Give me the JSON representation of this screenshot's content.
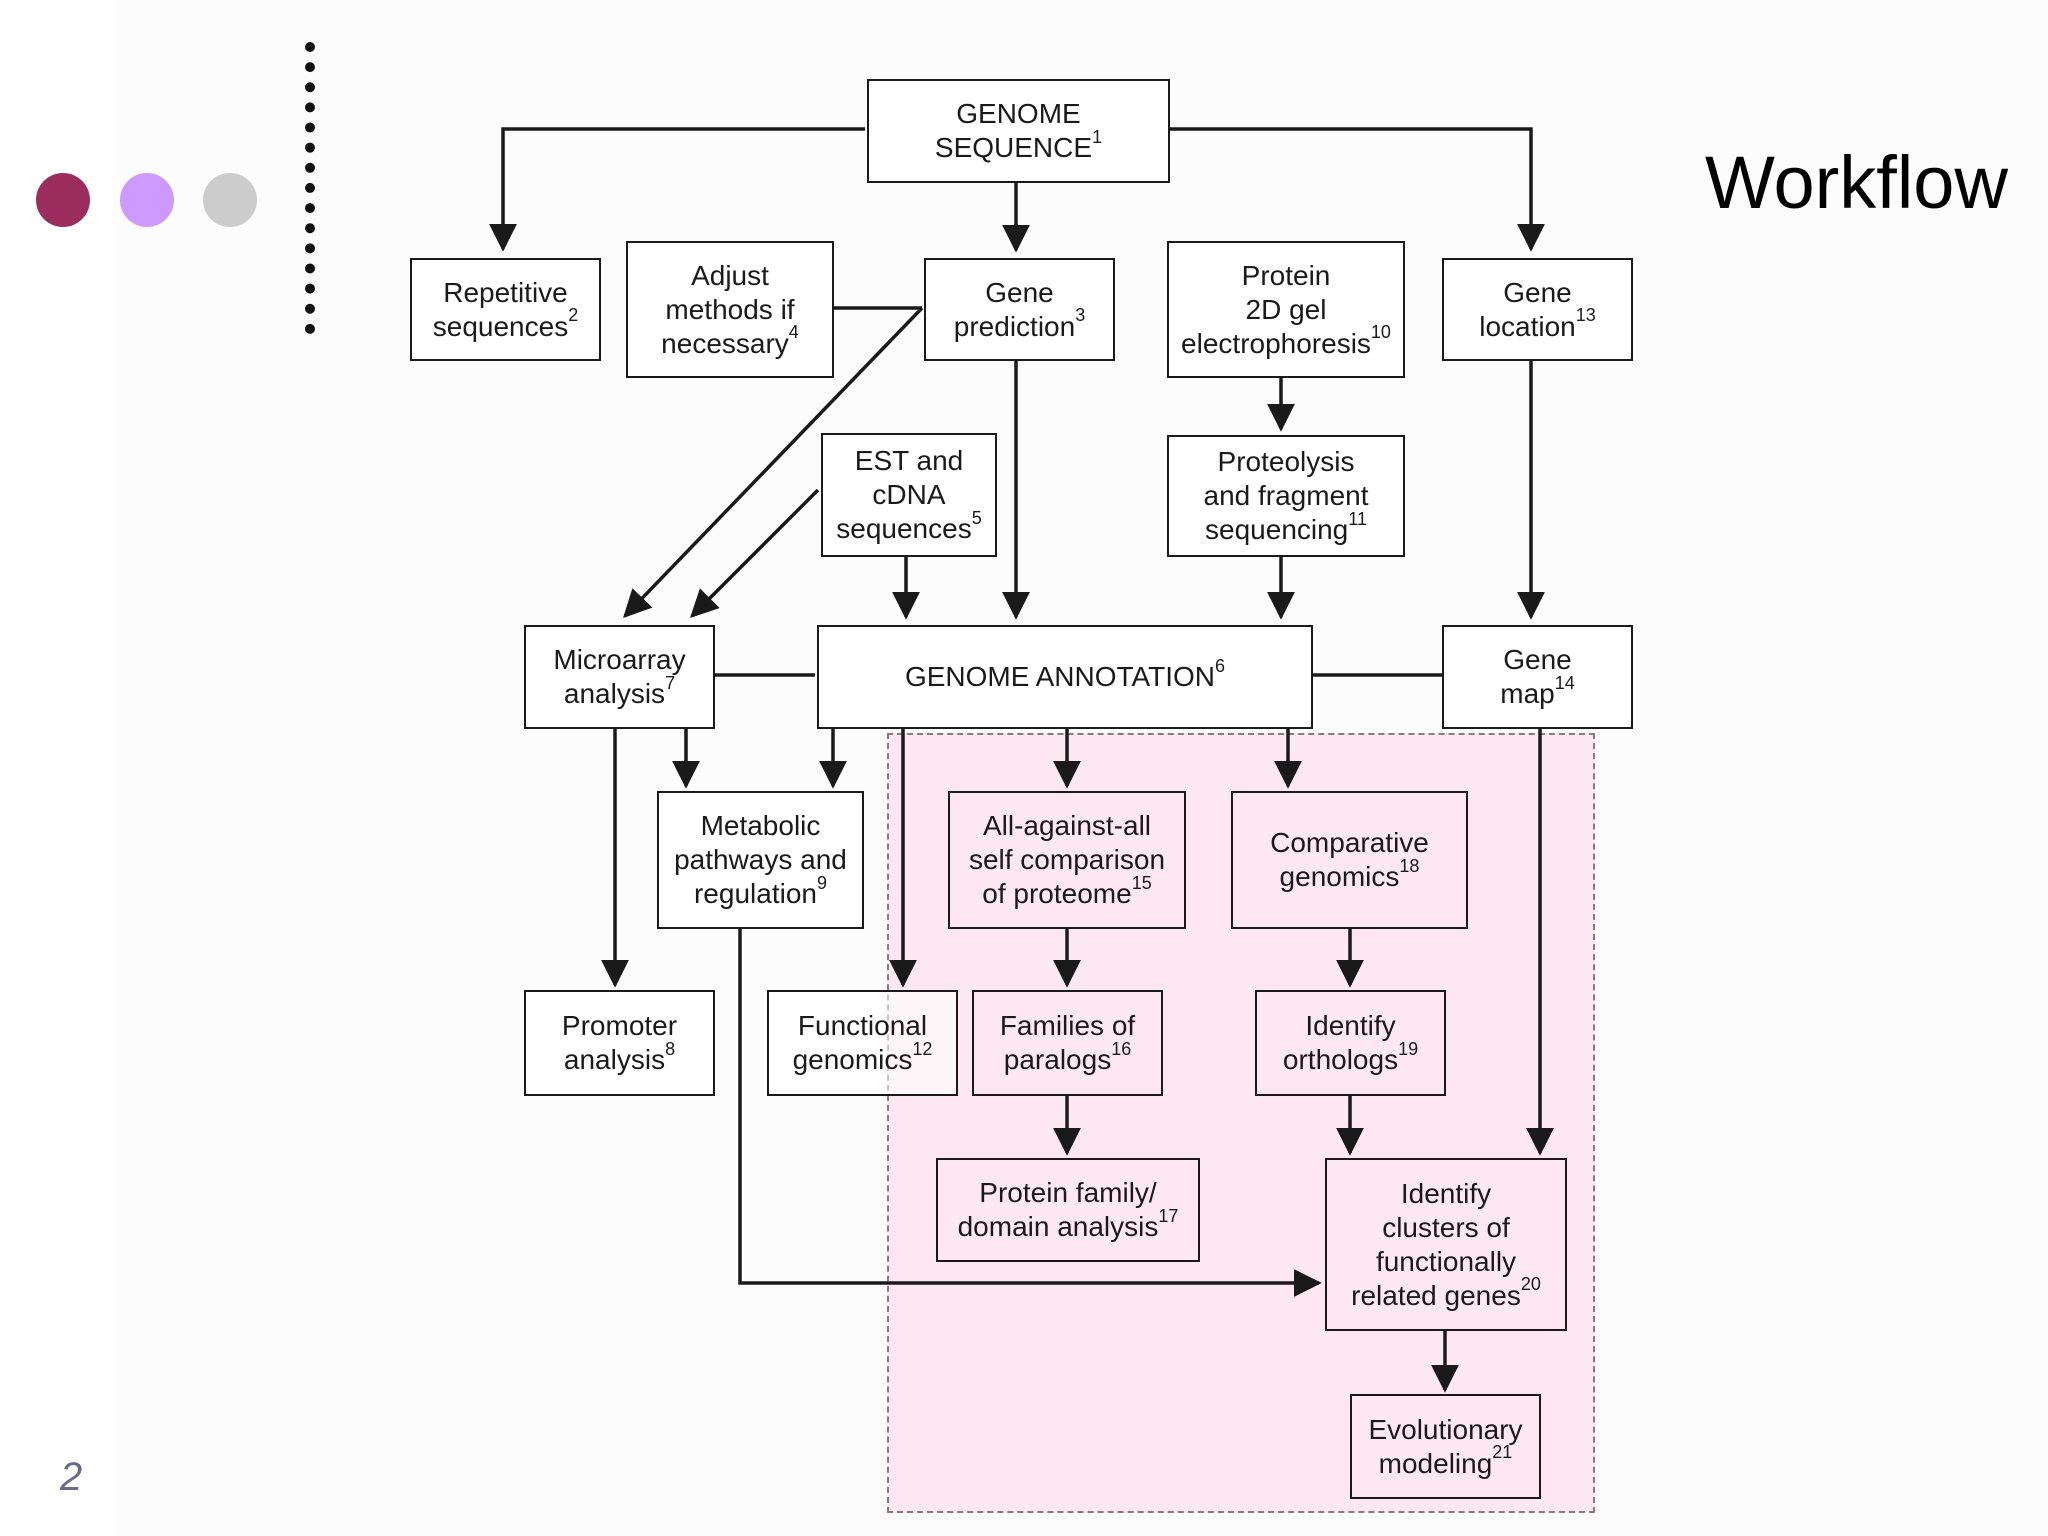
{
  "slide": {
    "title": "Workflow",
    "page_number": "2"
  },
  "dots": [
    {
      "name": "dot-dark-magenta",
      "color": "#9b2c5e"
    },
    {
      "name": "dot-light-purple",
      "color": "#cc99ff"
    },
    {
      "name": "dot-gray",
      "color": "#cccccc"
    }
  ],
  "diagram": {
    "genome_sequence": {
      "text": "GENOME\nSEQUENCE",
      "ref": "1"
    },
    "repetitive_sequences": {
      "text": "Repetitive\nsequences",
      "ref": "2"
    },
    "adjust_methods": {
      "text": "Adjust\nmethods if\nnecessary",
      "ref": "4"
    },
    "gene_prediction": {
      "text": "Gene\nprediction",
      "ref": "3"
    },
    "protein_2d_gel": {
      "text": "Protein\n2D gel\nelectrophoresis",
      "ref": "10"
    },
    "gene_location": {
      "text": "Gene\nlocation",
      "ref": "13"
    },
    "est_cdna": {
      "text": "EST and\ncDNA\nsequences",
      "ref": "5"
    },
    "proteolysis": {
      "text": "Proteolysis\nand fragment\nsequencing",
      "ref": "11"
    },
    "microarray": {
      "text": "Microarray\nanalysis",
      "ref": "7"
    },
    "genome_annotation": {
      "text": "GENOME ANNOTATION",
      "ref": "6"
    },
    "gene_map": {
      "text": "Gene\nmap",
      "ref": "14"
    },
    "metabolic_pathways": {
      "text": "Metabolic\npathways and\nregulation",
      "ref": "9"
    },
    "all_against_all": {
      "text": "All-against-all\nself comparison\nof proteome",
      "ref": "15"
    },
    "comparative_genomics": {
      "text": "Comparative\ngenomics",
      "ref": "18"
    },
    "promoter_analysis": {
      "text": "Promoter\nanalysis",
      "ref": "8"
    },
    "functional_genomics": {
      "text": "Functional\ngenomics",
      "ref": "12"
    },
    "families_paralogs": {
      "text": "Families of\nparalogs",
      "ref": "16"
    },
    "identify_orthologs": {
      "text": "Identify\northologs",
      "ref": "19"
    },
    "protein_family": {
      "text": "Protein family/\ndomain analysis",
      "ref": "17"
    },
    "identify_clusters": {
      "text": "Identify\nclusters of\nfunctionally\nrelated genes",
      "ref": "20"
    },
    "evolutionary_modeling": {
      "text": "Evolutionary\nmodeling",
      "ref": "21"
    }
  }
}
